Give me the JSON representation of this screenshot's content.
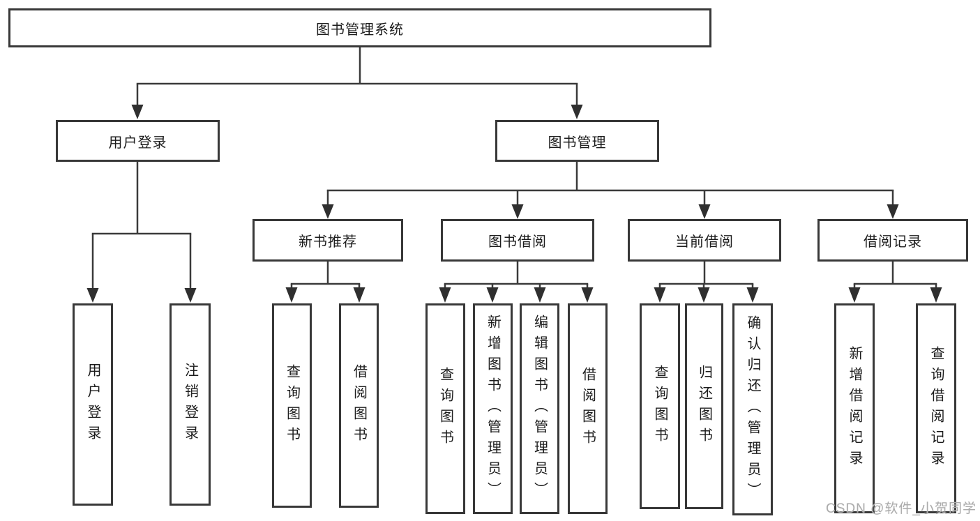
{
  "diagram": {
    "root": {
      "label": "图书管理系统"
    },
    "branches": [
      {
        "label": "用户登录"
      },
      {
        "label": "图书管理"
      }
    ],
    "modules": [
      {
        "label": "新书推荐"
      },
      {
        "label": "图书借阅"
      },
      {
        "label": "当前借阅"
      },
      {
        "label": "借阅记录"
      }
    ],
    "leaves": [
      {
        "label": "用户登录"
      },
      {
        "label": "注销登录"
      },
      {
        "label": "查询图书"
      },
      {
        "label": "借阅图书"
      },
      {
        "label": "查询图书"
      },
      {
        "label": "新增图书（管理员）"
      },
      {
        "label": "编辑图书（管理员）"
      },
      {
        "label": "借阅图书"
      },
      {
        "label": "查询图书"
      },
      {
        "label": "归还图书"
      },
      {
        "label": "确认归还（管理员）"
      },
      {
        "label": "新增借阅记录"
      },
      {
        "label": "查询借阅记录"
      }
    ]
  },
  "watermark": {
    "text": "CSDN @软件_小贺同学"
  },
  "colors": {
    "box_border": "#383838",
    "connector_line": "#3a3a3a",
    "arrowhead": "#2f2f2f",
    "text": "#1c1c1c",
    "watermark_text": "#ababab",
    "background": "#ffffff"
  }
}
